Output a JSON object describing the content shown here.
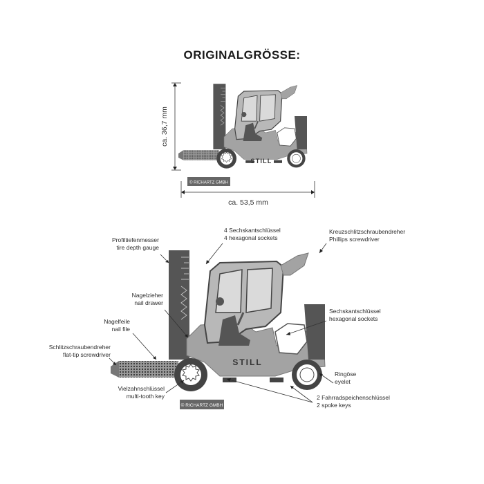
{
  "title": "ORIGINALGRÖSSE:",
  "dimensions": {
    "height": "ca. 36,7 mm",
    "width": "ca. 53,5 mm"
  },
  "brand": "STILL",
  "copyright": "© RICHARTZ GMBH",
  "callouts": {
    "tire_gauge": [
      "Profiltiefenmesser",
      "tire depth gauge"
    ],
    "hex_sockets_4": [
      "4 Sechskantschlüssel",
      "4 hexagonal sockets"
    ],
    "phillips": [
      "Kreuzschlitzschraubendreher",
      "Phillips screwdriver"
    ],
    "nail_drawer": [
      "Nagelzieher",
      "nail drawer"
    ],
    "hex_socket": [
      "Sechskantschlüssel",
      "hexagonal sockets"
    ],
    "nail_file": [
      "Nagelfeile",
      "nail file"
    ],
    "flat_tip": [
      "Schlitzschraubendreher",
      "flat-tip screwdriver"
    ],
    "eyelet": [
      "Ringöse",
      "eyelet"
    ],
    "multi_tooth": [
      "Vielzahnschlüssel",
      "multi-tooth key"
    ],
    "spoke_keys": [
      "2 Fahrradspeichenschlüssel",
      "2 spoke keys"
    ]
  }
}
